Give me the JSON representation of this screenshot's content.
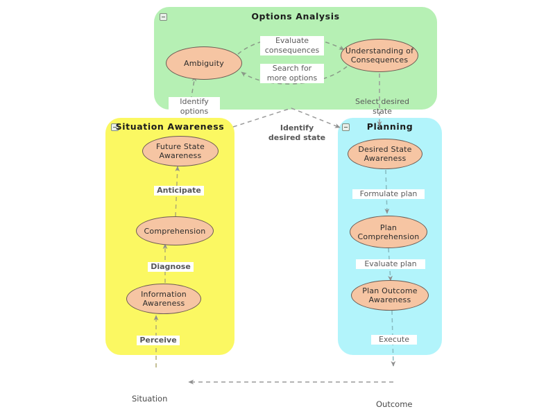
{
  "diagram": {
    "title": "Situation Awareness, Options Analysis and Planning model",
    "background_color": "#ffffff",
    "node_fill": "#f6c5a3",
    "node_stroke": "#6b5a52",
    "edge_color": "#9a9a9a"
  },
  "panels": [
    {
      "id": "options-analysis",
      "title": "Options Analysis",
      "color": "#b6f0b4",
      "collapse_icon": "minus-box-icon"
    },
    {
      "id": "situation-awareness",
      "title": "Situation Awareness",
      "color": "#fbf862",
      "collapse_icon": "minus-box-icon"
    },
    {
      "id": "planning",
      "title": "Planning",
      "color": "#b2f4fb",
      "collapse_icon": "minus-box-icon"
    }
  ],
  "nodes": {
    "ambiguity": "Ambiguity",
    "understanding_line1": "Understanding of",
    "understanding_line2": "Consequences",
    "future_state_line1": "Future State",
    "future_state_line2": "Awareness",
    "comprehension": "Comprehension",
    "information_line1": "Information",
    "information_line2": "Awareness",
    "desired_state_line1": "Desired State",
    "desired_state_line2": "Awareness",
    "plan_comprehension_line1": "Plan",
    "plan_comprehension_line2": "Comprehension",
    "plan_outcome_line1": "Plan Outcome",
    "plan_outcome_line2": "Awareness"
  },
  "edge_labels": {
    "evaluate_consequences_line1": "Evaluate",
    "evaluate_consequences_line2": "consequences",
    "search_more_options_line1": "Search for",
    "search_more_options_line2": "more options",
    "identify_options_line1": "Identify",
    "identify_options_line2": "options",
    "select_desired_state_line1": "Select desired",
    "select_desired_state_line2": "state",
    "identify_desired_state_line1": "Identify",
    "identify_desired_state_line2": "desired state",
    "anticipate": "Anticipate",
    "diagnose": "Diagnose",
    "perceive": "Perceive",
    "formulate_plan": "Formulate plan",
    "evaluate_plan": "Evaluate plan",
    "execute": "Execute"
  },
  "corner_labels": {
    "situation": "Situation",
    "outcome": "Outcome"
  }
}
